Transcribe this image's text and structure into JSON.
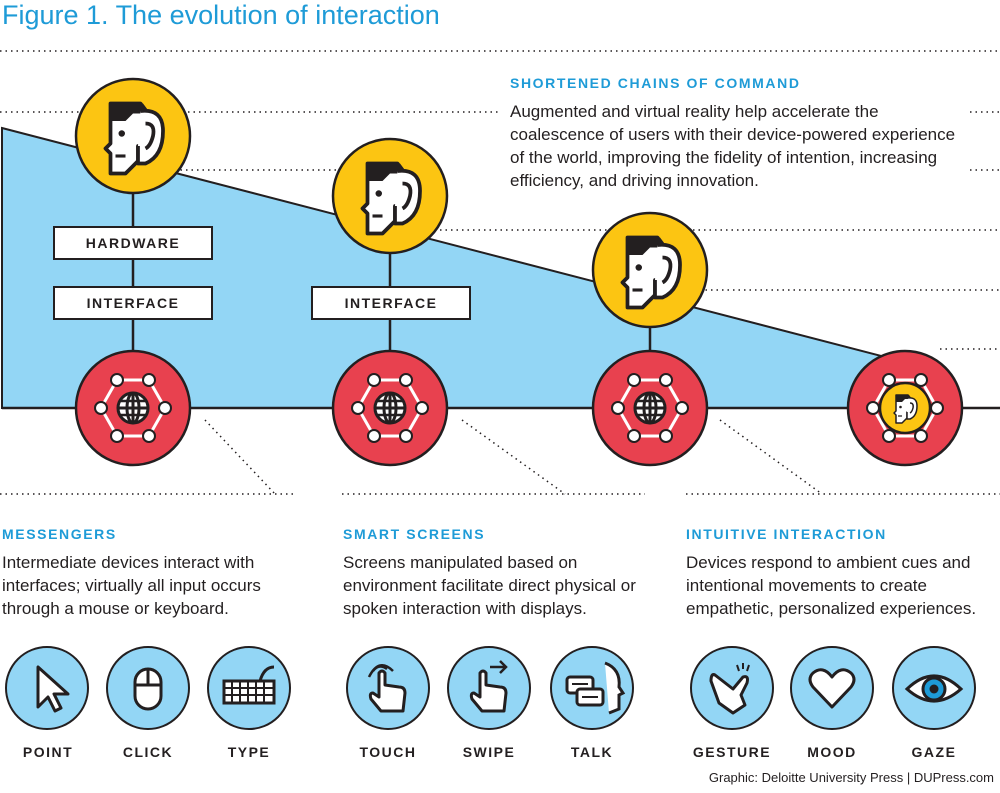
{
  "figure": {
    "title": "Figure 1. The evolution of interaction",
    "credit": "Graphic: Deloitte University Press  |  DUPress.com"
  },
  "boxes": {
    "hardware": "HARDWARE",
    "interface_1": "INTERFACE",
    "interface_2": "INTERFACE"
  },
  "top_section": {
    "heading": "SHORTENED CHAINS OF COMMAND",
    "body": "Augmented and virtual reality help accelerate the coalescence of users with their device-powered experience of the world, improving the fidelity of intention, increasing efficiency, and driving innovation."
  },
  "sections": [
    {
      "heading": "MESSENGERS",
      "body": "Intermediate devices interact with interfaces; virtually all input occurs through a mouse or keyboard.",
      "modes": [
        {
          "label": "POINT",
          "icon": "cursor-icon"
        },
        {
          "label": "CLICK",
          "icon": "mouse-icon"
        },
        {
          "label": "TYPE",
          "icon": "keyboard-icon"
        }
      ]
    },
    {
      "heading": "SMART SCREENS",
      "body": "Screens manipulated based on environment facilitate direct physical or spoken interaction with displays.",
      "modes": [
        {
          "label": "TOUCH",
          "icon": "touch-icon"
        },
        {
          "label": "SWIPE",
          "icon": "swipe-icon"
        },
        {
          "label": "TALK",
          "icon": "talk-icon"
        }
      ]
    },
    {
      "heading": "INTUITIVE INTERACTION",
      "body": "Devices respond to ambient cues and intentional movements to create empathetic, personalized experiences.",
      "modes": [
        {
          "label": "GESTURE",
          "icon": "gesture-icon"
        },
        {
          "label": "MOOD",
          "icon": "heart-icon"
        },
        {
          "label": "GAZE",
          "icon": "eye-icon"
        }
      ]
    }
  ],
  "colors": {
    "accent_blue": "#1e9bd7",
    "wedge_blue": "#93d6f5",
    "user_yellow": "#fcc512",
    "device_red": "#e8414f",
    "ink": "#231f20"
  }
}
